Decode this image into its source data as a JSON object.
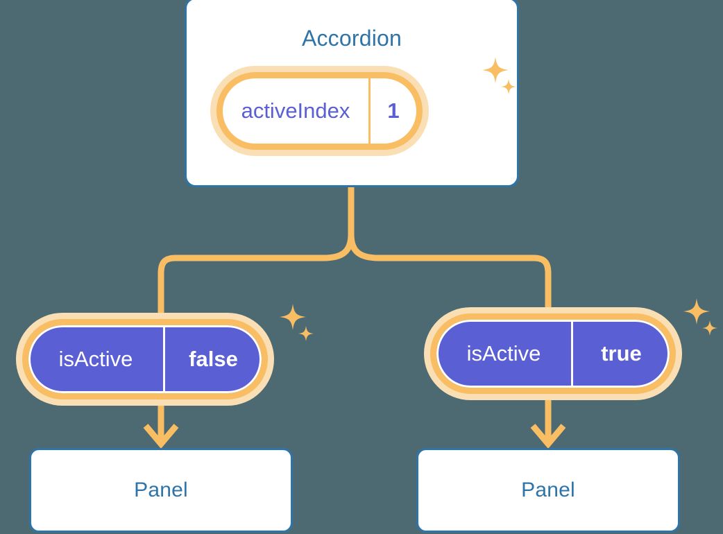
{
  "background_color": "#4d6a73",
  "palette": {
    "card_border": "#2f74a8",
    "card_text": "#2f74a8",
    "card_bg": "#ffffff",
    "pill_border": "#f9bd63",
    "pill_glow": "#fadfb4",
    "pill_fill_active": "#5b5fd4",
    "pill_text_active": "#ffffff",
    "pill_text_root": "#5b5fd4",
    "connector": "#f9bd63",
    "sparkle": "#f9bd63"
  },
  "root": {
    "title": "Accordion",
    "state": {
      "key": "activeIndex",
      "value": "1"
    },
    "sparkle_icon": "sparkle-icon"
  },
  "branches": [
    {
      "side": "left",
      "state": {
        "key": "isActive",
        "value": "false"
      },
      "sparkle_icon": "sparkle-icon",
      "arrow_icon": "arrow-down-icon",
      "panel": {
        "title": "Panel"
      }
    },
    {
      "side": "right",
      "state": {
        "key": "isActive",
        "value": "true"
      },
      "sparkle_icon": "sparkle-icon",
      "arrow_icon": "arrow-down-icon",
      "panel": {
        "title": "Panel"
      }
    }
  ]
}
